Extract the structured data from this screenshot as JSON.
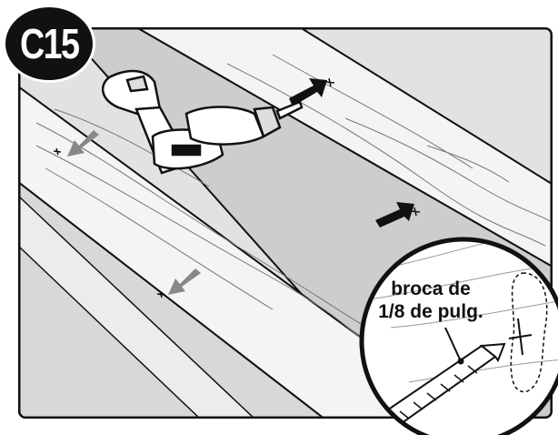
{
  "step": {
    "label": "C15"
  },
  "callout": {
    "line1": "broca de",
    "line2": "1/8 de pulg."
  },
  "icons": {
    "tool": "cordless-drill",
    "arrows": "pilot-hole-pointer-arrows"
  },
  "colors": {
    "border": "#111111",
    "board_light": "#f2f2f2",
    "board_gap": "#cfcfcf",
    "badge": "#111111",
    "badge_text": "#ffffff"
  }
}
